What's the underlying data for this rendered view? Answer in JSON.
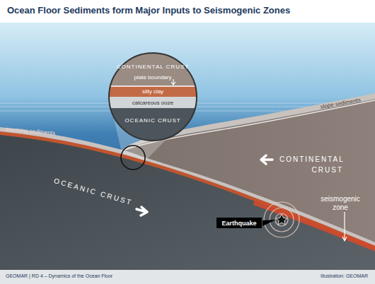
{
  "diagram": {
    "title": "Ocean Floor Sediments form Major Inputs to Seismogenic Zones",
    "nodes": [
      {
        "text": [
          "CONTINENTAL CRUST",
          "plate boundary"
        ]
      },
      {
        "text": [
          "silty clay"
        ]
      },
      {
        "text": [
          "calcareous ooze"
        ]
      },
      {
        "text": [
          "OCEANIC CRUST"
        ]
      },
      {
        "text": [
          "Earthquake"
        ]
      }
    ],
    "labels": [
      "slope sediments",
      "incoming sediments",
      "CONTINENTAL CRUST",
      "OCEANIC CRUST",
      "seismogenic zone",
      "GEOMAR | RD 4 – Dynamics of the Ocean Floor",
      "Illustration: GEOMAR"
    ]
  }
}
